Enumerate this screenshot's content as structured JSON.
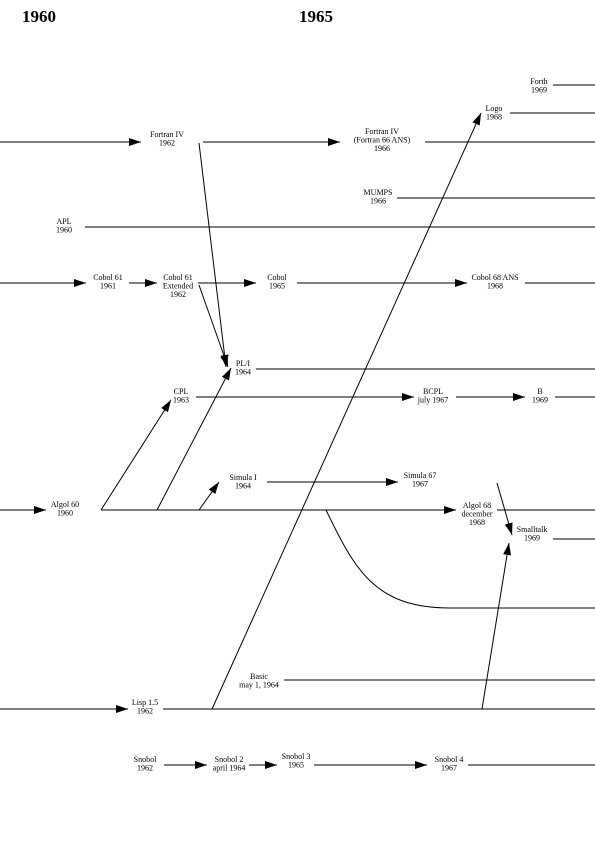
{
  "years": [
    "1960",
    "1965"
  ],
  "languages": [
    {
      "id": "forth",
      "lines": [
        "Forth",
        "1969"
      ]
    },
    {
      "id": "logo",
      "lines": [
        "Logo",
        "1968"
      ]
    },
    {
      "id": "fortran-iv",
      "lines": [
        "Fortran IV",
        "1962"
      ]
    },
    {
      "id": "fortran-66",
      "lines": [
        "Fortran IV",
        "(Fortran 66 ANS)",
        "1966"
      ]
    },
    {
      "id": "mumps",
      "lines": [
        "MUMPS",
        "1966"
      ]
    },
    {
      "id": "apl",
      "lines": [
        "APL",
        "1960"
      ]
    },
    {
      "id": "cobol-61",
      "lines": [
        "Cobol 61",
        "1961"
      ]
    },
    {
      "id": "cobol-61-ext",
      "lines": [
        "Cobol 61",
        "Extended",
        "1962"
      ]
    },
    {
      "id": "cobol-65",
      "lines": [
        "Cobol",
        "1965"
      ]
    },
    {
      "id": "cobol-68",
      "lines": [
        "Cobol 68 ANS",
        "1968"
      ]
    },
    {
      "id": "pl1",
      "lines": [
        "PL/I",
        "1964"
      ]
    },
    {
      "id": "cpl",
      "lines": [
        "CPL",
        "1963"
      ]
    },
    {
      "id": "bcpl",
      "lines": [
        "BCPL",
        "july 1967"
      ]
    },
    {
      "id": "b",
      "lines": [
        "B",
        "1969"
      ]
    },
    {
      "id": "simula-1",
      "lines": [
        "Simula I",
        "1964"
      ]
    },
    {
      "id": "simula-67",
      "lines": [
        "Simula 67",
        "1967"
      ]
    },
    {
      "id": "algol-60",
      "lines": [
        "Algol 60",
        "1960"
      ]
    },
    {
      "id": "algol-68",
      "lines": [
        "Algol 68",
        "december",
        "1968"
      ]
    },
    {
      "id": "smalltalk",
      "lines": [
        "Smalltalk",
        "1969"
      ]
    },
    {
      "id": "basic",
      "lines": [
        "Basic",
        "may 1, 1964"
      ]
    },
    {
      "id": "lisp-15",
      "lines": [
        "Lisp 1.5",
        "1962"
      ]
    },
    {
      "id": "snobol",
      "lines": [
        "Snobol",
        "1962"
      ]
    },
    {
      "id": "snobol-2",
      "lines": [
        "Snobol 2",
        "april 1964"
      ]
    },
    {
      "id": "snobol-3",
      "lines": [
        "Snobol 3",
        "1965"
      ]
    },
    {
      "id": "snobol-4",
      "lines": [
        "Snobol 4",
        "1967"
      ]
    }
  ]
}
